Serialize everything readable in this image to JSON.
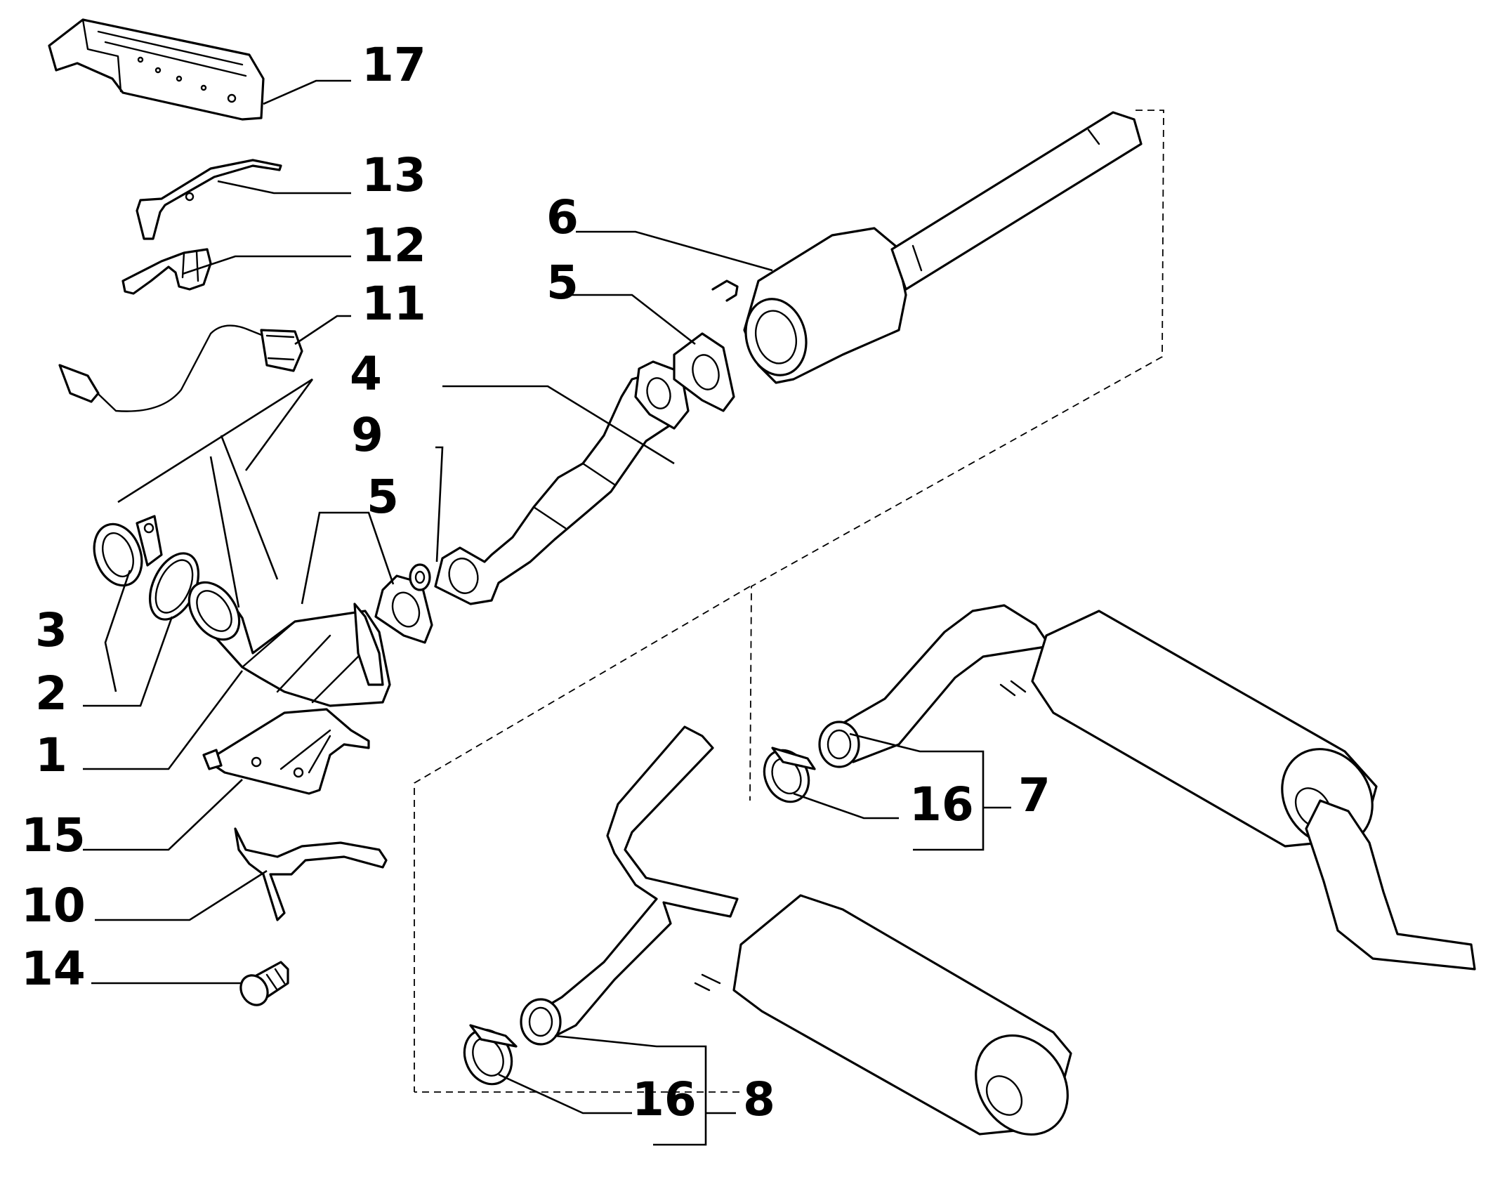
{
  "diagram": {
    "callouts": [
      {
        "id": "c1",
        "text": "1"
      },
      {
        "id": "c2",
        "text": "2"
      },
      {
        "id": "c3",
        "text": "3"
      },
      {
        "id": "c4",
        "text": "4"
      },
      {
        "id": "c5a",
        "text": "5"
      },
      {
        "id": "c5b",
        "text": "5"
      },
      {
        "id": "c6",
        "text": "6"
      },
      {
        "id": "c7",
        "text": "7"
      },
      {
        "id": "c8",
        "text": "8"
      },
      {
        "id": "c9",
        "text": "9"
      },
      {
        "id": "c10",
        "text": "10"
      },
      {
        "id": "c11",
        "text": "11"
      },
      {
        "id": "c12",
        "text": "12"
      },
      {
        "id": "c13",
        "text": "13"
      },
      {
        "id": "c14",
        "text": "14"
      },
      {
        "id": "c15",
        "text": "15"
      },
      {
        "id": "c16a",
        "text": "16"
      },
      {
        "id": "c16b",
        "text": "16"
      },
      {
        "id": "c17",
        "text": "17"
      }
    ]
  }
}
